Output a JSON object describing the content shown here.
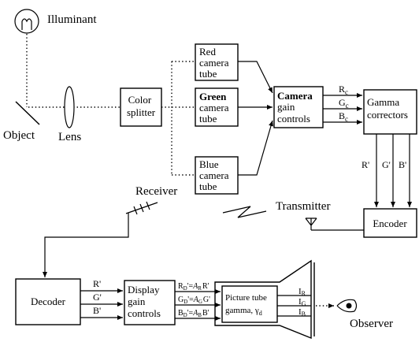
{
  "colors": {
    "ink": "#000000",
    "paper": "#ffffff"
  },
  "diagram": {
    "illuminant": {
      "label": "Illuminant",
      "icon": "lamp-icon"
    },
    "object": {
      "label": "Object"
    },
    "lens": {
      "label": "Lens"
    },
    "color_splitter": {
      "lines": [
        "Color",
        "splitter"
      ]
    },
    "red_tube": {
      "lines": [
        "Red",
        "camera",
        "tube"
      ]
    },
    "green_tube": {
      "lines": [
        "Green",
        "camera",
        "tube"
      ]
    },
    "blue_tube": {
      "lines": [
        "Blue",
        "camera",
        "tube"
      ]
    },
    "camera_gain": {
      "lines": [
        "Camera",
        "gain",
        "controls"
      ]
    },
    "camera_outputs": [
      {
        "main": "R",
        "sub": "c"
      },
      {
        "main": "G",
        "sub": "c"
      },
      {
        "main": "B",
        "sub": "c"
      }
    ],
    "gamma_correctors": {
      "lines": [
        "Gamma",
        "correctors"
      ]
    },
    "gamma_outputs": [
      "R'",
      "G'",
      "B'"
    ],
    "encoder": {
      "label": "Encoder"
    },
    "transmitter": {
      "label": "Transmitter",
      "icon": "antenna-icon"
    },
    "receiver": {
      "label": "Receiver",
      "icon": "antenna-icon"
    },
    "decoder": {
      "label": "Decoder"
    },
    "decoder_outputs": [
      "R'",
      "G'",
      "B'"
    ],
    "display_gain": {
      "lines": [
        "Display",
        "gain",
        "controls"
      ]
    },
    "display_outputs": [
      {
        "lhs": "R",
        "lhs_sub": "D",
        "eq": "'=",
        "coef": "A",
        "coef_sub": "R",
        "rhs": "R'"
      },
      {
        "lhs": "G",
        "lhs_sub": "D",
        "eq": "'=",
        "coef": "A",
        "coef_sub": "G",
        "rhs": "G'"
      },
      {
        "lhs": "B",
        "lhs_sub": "D",
        "eq": "'=",
        "coef": "A",
        "coef_sub": "B",
        "rhs": "B'"
      }
    ],
    "picture_tube": {
      "line1": "Picture tube",
      "line2": "gamma, γ",
      "line2_sub": "d"
    },
    "beam_currents": [
      {
        "main": "I",
        "sub": "R"
      },
      {
        "main": "I",
        "sub": "G"
      },
      {
        "main": "I",
        "sub": "B"
      }
    ],
    "observer": {
      "label": "Observer",
      "icon": "eye-icon"
    }
  }
}
